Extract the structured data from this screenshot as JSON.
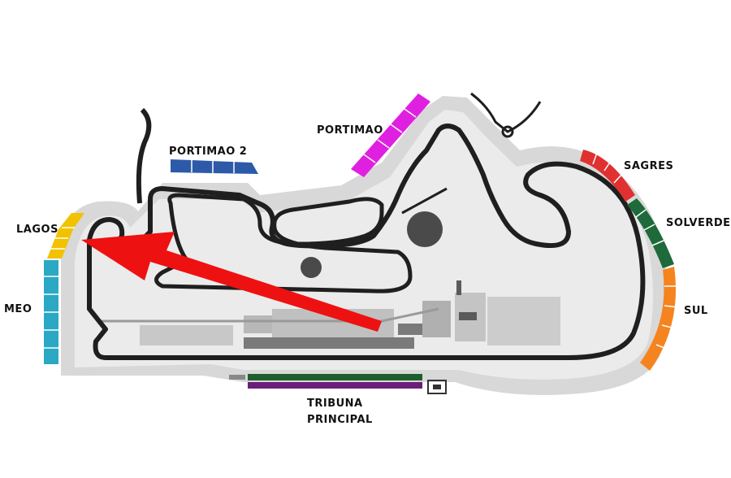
{
  "labels": {
    "portimao2": "PORTIMAO 2",
    "portimao": "PORTIMAO",
    "sagres": "SAGRES",
    "lagos": "LAGOS",
    "solverde": "SOLVERDE",
    "meo": "MEO",
    "sul": "SUL",
    "tribuna_line1": "TRIBUNA",
    "tribuna_line2": "PRINCIPAL"
  },
  "colors": {
    "lagos": "#f2c200",
    "meo": "#2aa8c4",
    "portimao2": "#2d5aa8",
    "portimao": "#e020e0",
    "sagres": "#e03030",
    "solverde": "#1e6a3a",
    "sul": "#f5841f",
    "tribuna_top": "#1e5e2e",
    "tribuna_bottom": "#6a1e7a",
    "arrow": "#ee1111",
    "track": "#1f1f1f",
    "runoff": "#dcdcdc",
    "infield": "#e8e8e8",
    "buildings": "#a8a8a8"
  }
}
